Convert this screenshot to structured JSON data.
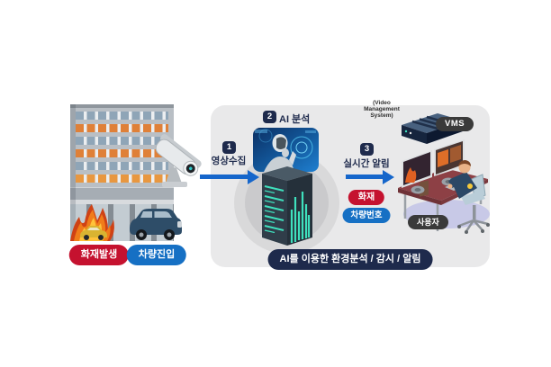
{
  "steps": [
    {
      "num": "1",
      "label": "영상수집"
    },
    {
      "num": "2",
      "label": "AI 분석"
    },
    {
      "num": "3",
      "label": "실시간 알림"
    }
  ],
  "event_tags": {
    "fire_occurrence": "화재발생",
    "vehicle_entry": "차량진입"
  },
  "alert_tags": {
    "fire": "화재",
    "plate": "차량번호"
  },
  "vms": {
    "label": "VMS",
    "note_lines": [
      "(Video",
      "Management",
      "System)"
    ]
  },
  "user_label": "사용자",
  "caption": "AI를 이용한 환경분석 / 감시 / 알림",
  "colors": {
    "navy": "#1e2a4c",
    "red": "#c5122f",
    "blue": "#1670c4",
    "arrow_blue": "#1566cb",
    "panel_gray": "#e9e9ea",
    "dark_label": "#3a3a3a",
    "server_teal": "#3fe0bd"
  }
}
